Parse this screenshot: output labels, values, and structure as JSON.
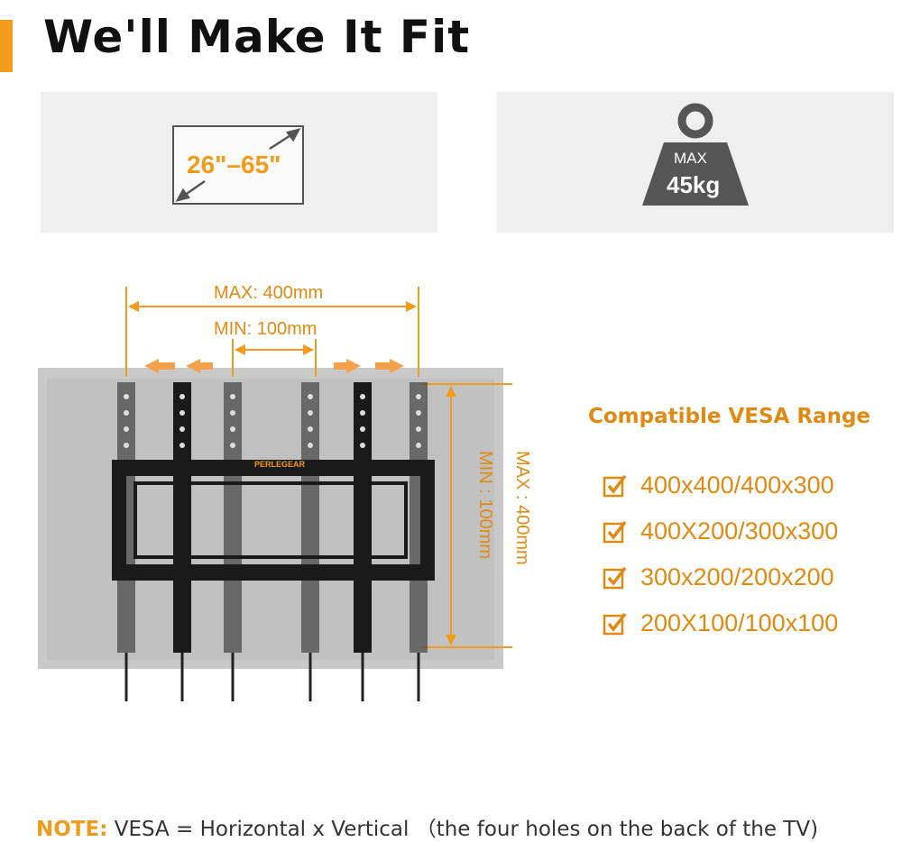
{
  "header": {
    "title": "We'll Make It Fit",
    "accent_color": "#f29b1d"
  },
  "size_panel": {
    "icon": "tv-diagonal-icon",
    "range": "26\"–65\""
  },
  "weight_panel": {
    "icon": "weight-icon",
    "max_label": "MAX",
    "value": "45kg"
  },
  "diagram": {
    "brand": "PERLEGEAR",
    "max_horizontal": "MAX: 400mm",
    "min_horizontal": "MIN: 100mm",
    "max_vertical": "MAX : 400mm",
    "min_vertical": "MIN : 100mm"
  },
  "vesa": {
    "title": "Compatible VESA Range",
    "items": [
      "400x400/400x300",
      "400X200/300x300",
      "300x200/200x200",
      "200X100/100x100"
    ]
  },
  "note": {
    "label": "NOTE:",
    "text": " VESA = Horizontal x Vertical （the four holes on the back of the TV)"
  }
}
